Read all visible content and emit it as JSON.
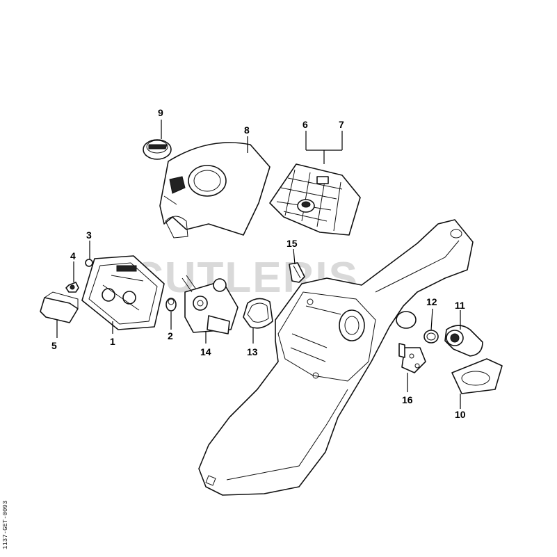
{
  "watermark": "CUTLERIS",
  "drawing_code": "1137-GET-0093",
  "callouts": {
    "p1": "1",
    "p2": "2",
    "p3": "3",
    "p4": "4",
    "p5": "5",
    "p6": "6",
    "p7": "7",
    "p8": "8",
    "p9": "9",
    "p10": "10",
    "p11": "11",
    "p12": "12",
    "p13": "13",
    "p14": "14",
    "p15": "15",
    "p16": "16"
  }
}
